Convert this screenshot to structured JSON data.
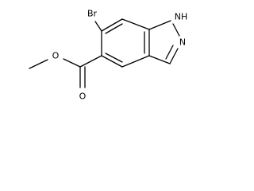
{
  "molecule": {
    "atoms": {
      "bromine": "Br",
      "nh": "NH",
      "n": "N",
      "ester_o_single": "O",
      "ester_o_double": "O"
    },
    "colors": {
      "bond": "#000000",
      "label": "#000000",
      "background": "#ffffff"
    }
  }
}
